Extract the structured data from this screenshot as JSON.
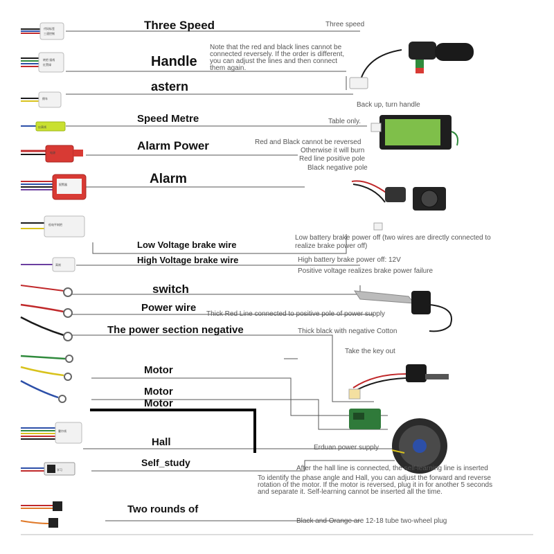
{
  "labels": {
    "three_speed": "Three Speed",
    "handle": "Handle",
    "astern": "astern",
    "speed_metre": "Speed Metre",
    "alarm_power": "Alarm Power",
    "alarm": "Alarm",
    "low_voltage_brake": "Low Voltage brake wire",
    "high_voltage_brake": "High Voltage brake wire",
    "switch": "switch",
    "power_wire": "Power wire",
    "power_negative": "The power section negative",
    "motor_1": "Motor",
    "motor_2": "Motor",
    "motor_3": "Motor",
    "hall": "Hall",
    "self_study": "Self_study",
    "two_rounds": "Two rounds of"
  },
  "notes": {
    "three_speed": "Three speed",
    "handle_warning": [
      "Note that the red and black lines cannot be",
      "connected reversely. If the order is different,",
      "you can adjust the lines and then connect",
      "them again."
    ],
    "back_up_turn_handle": "Back up, turn handle",
    "table_only": "Table only.",
    "alarm_power": [
      "Red and Black cannot be reversed",
      "Otherwise it will burn",
      "Red line positive pole",
      "Black negative pole"
    ],
    "low_battery_brake": [
      "Low battery brake power off (two wires are directly connected to",
      "realize brake power off)"
    ],
    "high_battery_brake": [
      "High battery brake power off: 12V",
      "Positive voltage realizes brake power failure"
    ],
    "thick_red": "Thick Red Line connected to positive pole of power supply",
    "thick_black": "Thick black with negative Cotton",
    "take_key_out": "Take the key out",
    "erduan_power": "Erduan power supply",
    "self_learning": "After the hall line is connected, the self-learning line is inserted",
    "phase_angle": [
      "To identify the phase angle and Hall, you can adjust the forward and reverse",
      "rotation of the motor. If the motor is reversed, plug it in for another 5 seconds",
      "and separate it. Self-learning cannot be inserted all the time."
    ],
    "two_wheel_plug": "Black and Orange are 12-18 tube two-wheel plug"
  },
  "colors": {
    "wire_red": "#c0282a",
    "wire_black": "#1a1a1a",
    "wire_blue": "#2c4fa8",
    "wire_green": "#2f8a3c",
    "wire_yellow": "#d8c21c",
    "wire_purple": "#6b3fa0",
    "wire_orange": "#e07a2a",
    "connector_white": "#f2f2f2",
    "connector_red": "#d83a34",
    "connector_yellow": "#c9e030",
    "guide_line": "#555555"
  }
}
